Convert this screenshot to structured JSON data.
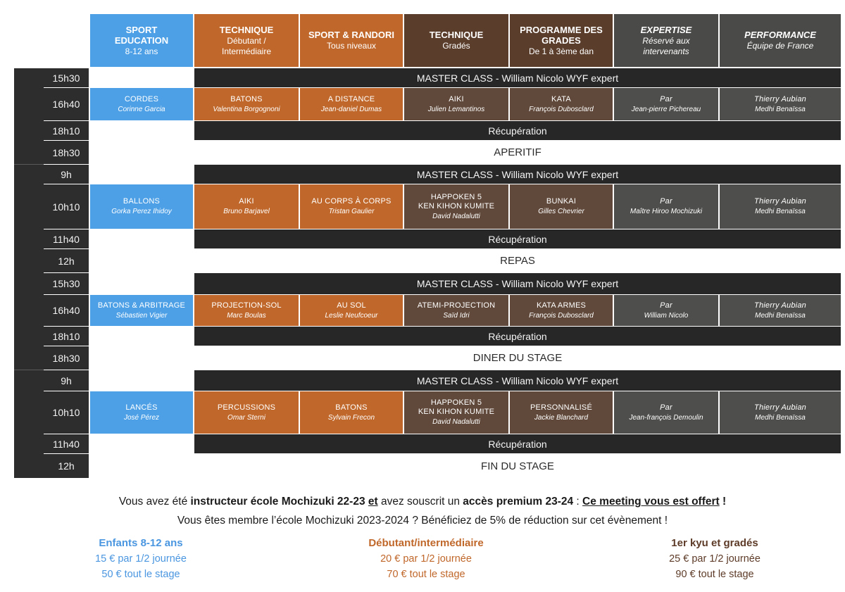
{
  "table": {
    "columns": [
      {
        "title": "SPORT\nEDUCATION",
        "subtitle": "8-12 ans",
        "style": "blue"
      },
      {
        "title": "TECHNIQUE",
        "subtitle": "Débutant /\nIntermédiaire",
        "style": "orange"
      },
      {
        "title": "SPORT & RANDORI",
        "subtitle": "Tous niveaux",
        "style": "orange"
      },
      {
        "title": "TECHNIQUE",
        "subtitle": "Gradés",
        "style": "brownh"
      },
      {
        "title": "PROGRAMME DES\nGRADES",
        "subtitle": "De 1 à 3ème dan",
        "style": "brownh"
      },
      {
        "title": "EXPERTISE",
        "subtitle": "Réservé aux\nintervenants",
        "style": "grayh"
      },
      {
        "title": "PERFORMANCE",
        "subtitle": "Équipe de France",
        "style": "grayh"
      }
    ],
    "rows": [
      {
        "time": "15h30",
        "type": "banner_dark",
        "text": "MASTER CLASS - William Nicolo WYF expert"
      },
      {
        "time": "16h40",
        "type": "classes",
        "cells": [
          {
            "title": "CORDES",
            "name": "Corinne Garcia",
            "style": "blue"
          },
          {
            "title": "BATONS",
            "name": "Valentina Borgognoni",
            "style": "orange"
          },
          {
            "title": "A DISTANCE",
            "name": "Jean-daniel Dumas",
            "style": "orange"
          },
          {
            "title": "AIKI",
            "name": "Julien Lemantinos",
            "style": "brown"
          },
          {
            "title": "KATA",
            "name": "François Dubosclard",
            "style": "brown"
          },
          {
            "title": "Par",
            "name": "Jean-pierre Pichereau",
            "style": "gray"
          },
          {
            "title": "Thierry Aubian",
            "name": "Medhi Benaïssa",
            "style": "gray"
          }
        ]
      },
      {
        "time": "18h10",
        "type": "banner_dark",
        "text": "Récupération"
      },
      {
        "time": "18h30",
        "type": "banner_light",
        "text": "APERITIF"
      },
      {
        "time": "9h",
        "type": "banner_dark",
        "text": "MASTER CLASS - William Nicolo WYF expert"
      },
      {
        "time": "10h10",
        "type": "classes",
        "cells": [
          {
            "title": "BALLONS",
            "name": "Gorka Perez Ihidoy",
            "style": "blue"
          },
          {
            "title": "AIKI",
            "name": "Bruno Barjavel",
            "style": "orange"
          },
          {
            "title": "AU CORPS À CORPS",
            "name": "Tristan Gaulier",
            "style": "orange"
          },
          {
            "title": "HAPPOKEN 5\nKEN KIHON KUMITE",
            "name": "David Nadalutti",
            "style": "brown"
          },
          {
            "title": "BUNKAI",
            "name": "Gilles Chevrier",
            "style": "brown"
          },
          {
            "title": "Par",
            "name": "Maître Hiroo Mochizuki",
            "style": "gray"
          },
          {
            "title": "Thierry Aubian",
            "name": "Medhi Benaïssa",
            "style": "gray"
          }
        ]
      },
      {
        "time": "11h40",
        "type": "banner_dark",
        "text": "Récupération"
      },
      {
        "time": "12h",
        "type": "banner_light",
        "text": "REPAS"
      },
      {
        "time": "15h30",
        "type": "banner_dark",
        "text": "MASTER CLASS - William Nicolo WYF expert"
      },
      {
        "time": "16h40",
        "type": "classes",
        "cells": [
          {
            "title": "BATONS & ARBITRAGE",
            "name": "Sébastien Vigier",
            "style": "blue"
          },
          {
            "title": "PROJECTION-SOL",
            "name": "Marc Boulas",
            "style": "orange"
          },
          {
            "title": "AU SOL",
            "name": "Leslie Neufcoeur",
            "style": "orange"
          },
          {
            "title": "ATEMI-PROJECTION",
            "name": "Saïd Idri",
            "style": "brown"
          },
          {
            "title": "KATA ARMES",
            "name": "François Dubosclard",
            "style": "brown"
          },
          {
            "title": "Par",
            "name": "William Nicolo",
            "style": "gray"
          },
          {
            "title": "Thierry Aubian",
            "name": "Medhi Benaïssa",
            "style": "gray"
          }
        ]
      },
      {
        "time": "18h10",
        "type": "banner_dark",
        "text": "Récupération"
      },
      {
        "time": "18h30",
        "type": "banner_light",
        "text": "DINER DU STAGE"
      },
      {
        "time": "9h",
        "type": "banner_dark",
        "text": "MASTER CLASS - William Nicolo WYF expert"
      },
      {
        "time": "10h10",
        "type": "classes",
        "cells": [
          {
            "title": "LANCÉS",
            "name": "José Pérez",
            "style": "blue"
          },
          {
            "title": "PERCUSSIONS",
            "name": "Omar Sterni",
            "style": "orange"
          },
          {
            "title": "BATONS",
            "name": "Sylvain Frecon",
            "style": "orange"
          },
          {
            "title": "HAPPOKEN 5\nKEN KIHON KUMITE",
            "name": "David Nadalutti",
            "style": "brown"
          },
          {
            "title": "PERSONNALISÉ",
            "name": "Jackie Blanchard",
            "style": "brown"
          },
          {
            "title": "Par",
            "name": "Jean-françois Demoulin",
            "style": "gray"
          },
          {
            "title": "Thierry Aubian",
            "name": "Medhi Benaïssa",
            "style": "gray"
          }
        ]
      },
      {
        "time": "11h40",
        "type": "banner_dark",
        "text": "Récupération"
      },
      {
        "time": "12h",
        "type": "banner_light",
        "text": "FIN DU STAGE"
      }
    ]
  },
  "footer": {
    "line1_runs": [
      {
        "text": "Vous avez été "
      },
      {
        "text": "instructeur école Mochizuki 22-23",
        "bold": true
      },
      {
        "text": " ",
        "bold": true
      },
      {
        "text": "et",
        "bold": true,
        "underline": true
      },
      {
        "text": " avez souscrit un "
      },
      {
        "text": "accès premium 23-24",
        "bold": true
      },
      {
        "text": " : "
      },
      {
        "text": "Ce meeting vous est offert",
        "bold": true,
        "underline": true
      },
      {
        "text": " !",
        "bold": true
      }
    ],
    "line2": "Vous êtes membre l’école Mochizuki 2023-2024 ? Bénéficiez de 5% de réduction sur cet évènement !"
  },
  "pricing": [
    {
      "title": "Enfants 8-12 ans",
      "half_day": "15 € par 1/2 journée",
      "full_stage": "50 € tout le stage",
      "color": "#4a96e0"
    },
    {
      "title": "Débutant/intermédiaire",
      "half_day": "20 € par 1/2 journée",
      "full_stage": "70 € tout le stage",
      "color": "#c0672a"
    },
    {
      "title": "1er kyu et gradés",
      "half_day": "25 € par 1/2 journée",
      "full_stage": "90 € tout le stage",
      "color": "#5d3b28"
    }
  ],
  "colors": {
    "blue": "#4da0e6",
    "orange": "#c0682b",
    "brown_header": "#5a3d2b",
    "brown_cell": "#60493a",
    "gray_header": "#4a4a48",
    "gray_cell": "#4e4e4c",
    "dark_band": "#272727",
    "time_column": "#2d2d2d"
  }
}
